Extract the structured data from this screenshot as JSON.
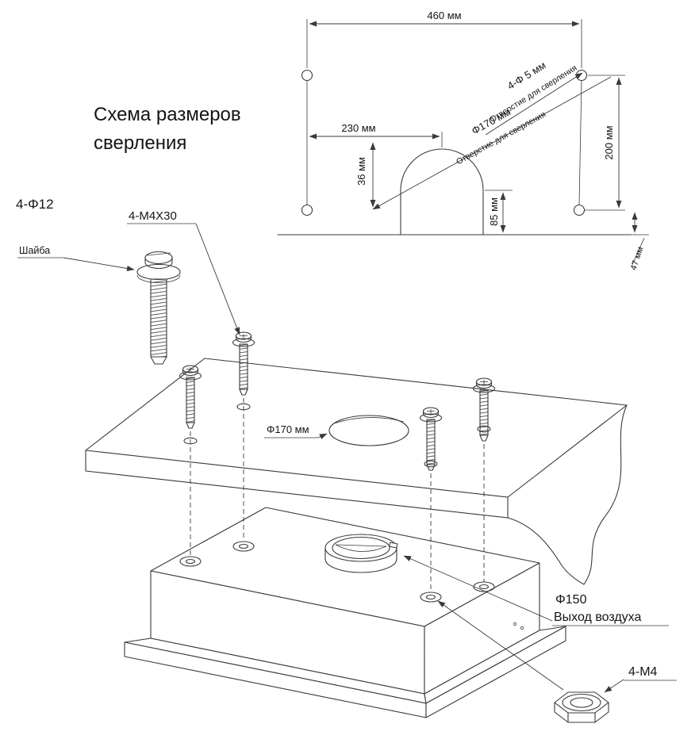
{
  "title": {
    "line1": "Схема размеров",
    "line2": "сверления"
  },
  "drill_template": {
    "width": "460 мм",
    "center_offset": "230 мм",
    "apex_offset": "36 мм",
    "arch_height": "85 мм",
    "row_spacing": "200 мм",
    "edge_offset": "47 мм",
    "holes": "4-Φ 5 мм",
    "holes_note": "Отверстие для сверления",
    "duct": "Φ170 мм",
    "duct_note": "Отверстие для сверления"
  },
  "callouts": {
    "washer_dia": "4-Φ12",
    "screws": "4-M4X30",
    "washer": "Шайба",
    "panel_hole": "Φ170 мм",
    "outlet_dia": "Φ150",
    "outlet_label": "Выход воздуха",
    "nuts": "4-M4"
  },
  "colors": {
    "line": "#3a3a3a",
    "text": "#141414",
    "background": "#ffffff"
  }
}
